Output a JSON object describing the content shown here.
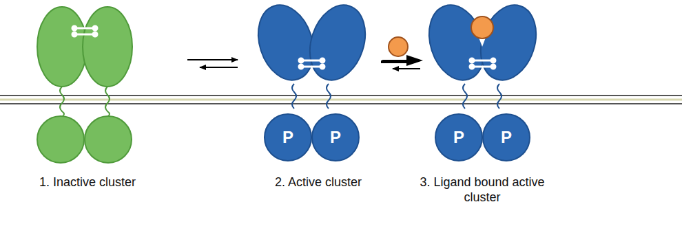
{
  "diagram": {
    "nodes": [
      {
        "text": [
          "P"
        ]
      },
      {
        "text": [
          "P"
        ]
      },
      {
        "text": [
          "P"
        ]
      },
      {
        "text": [
          "P"
        ]
      }
    ],
    "labels": [
      "1. Inactive cluster",
      "2. Active cluster",
      "3. Ligand bound active cluster"
    ]
  }
}
